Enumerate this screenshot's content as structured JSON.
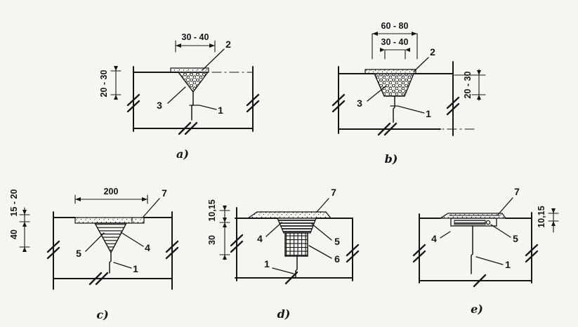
{
  "colors": {
    "paper": "#f6f5f2",
    "ink": "#161616"
  },
  "panels": {
    "a": {
      "caption": "a)",
      "dim_top": "30 - 40",
      "dim_left": "20 - 30",
      "callout_1": "1",
      "callout_2": "2",
      "callout_3": "3"
    },
    "b": {
      "caption": "b)",
      "dim_top_outer": "60 - 80",
      "dim_top_inner": "30 - 40",
      "dim_right": "20 - 30",
      "callout_1": "1",
      "callout_2": "2",
      "callout_3": "3"
    },
    "c": {
      "caption": "c)",
      "dim_top": "200",
      "dim_left_upper": "15 - 20",
      "dim_left_lower": "40",
      "callout_1": "1",
      "callout_4": "4",
      "callout_5": "5",
      "callout_7": "7"
    },
    "d": {
      "caption": "d)",
      "dim_left_upper": "10,15",
      "dim_left_lower": "30",
      "callout_1": "1",
      "callout_4": "4",
      "callout_5": "5",
      "callout_6": "6",
      "callout_7": "7"
    },
    "e": {
      "caption": "e)",
      "dim_right": "10,15",
      "callout_1": "1",
      "callout_4": "4",
      "callout_5": "5",
      "callout_7": "7"
    }
  }
}
